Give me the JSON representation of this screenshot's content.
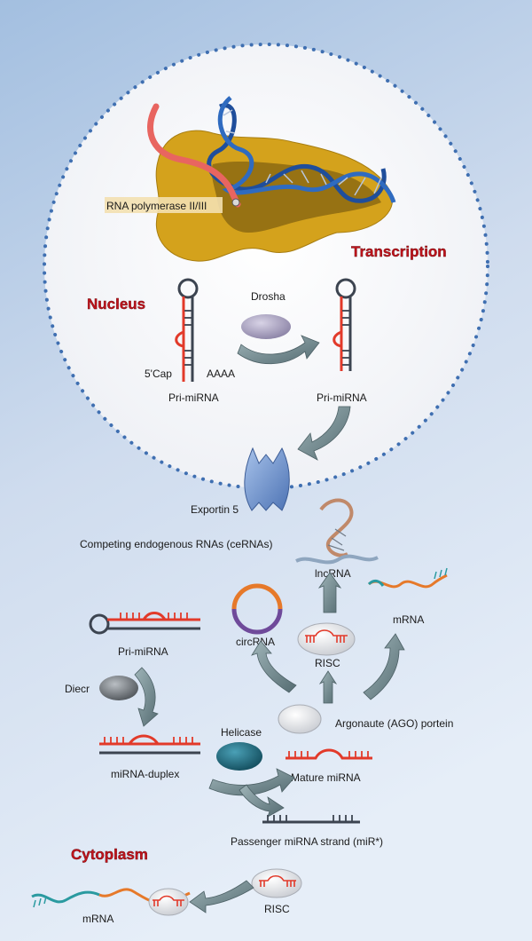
{
  "labels": {
    "rna_polymerase": "RNA polymerase II/III",
    "transcription": "Transcription",
    "nucleus": "Nucleus",
    "drosha": "Drosha",
    "cap": "5'Cap",
    "polya": "AAAA",
    "pri_mirna_left": "Pri-miRNA",
    "pri_mirna_right": "Pri-miRNA",
    "exportin": "Exportin 5",
    "cerna": "Competing endogenous RNAs (ceRNAs)",
    "lncrna": "lncRNA",
    "mrna_top": "mRNA",
    "circrna": "circRNA",
    "risc_mid": "RISC",
    "pri_mirna_cyto": "Pri-miRNA",
    "dicer": "Diecr",
    "ago": "Argonaute (AGO) portein",
    "helicase": "Helicase",
    "mirna_duplex": "miRNA-duplex",
    "mature_mirna": "Mature miRNA",
    "passenger": "Passenger miRNA strand (miR*)",
    "cytoplasm": "Cytoplasm",
    "risc_bottom": "RISC",
    "mrna_bottom": "mRNA"
  },
  "colors": {
    "background_top": "#a9c3e2",
    "background_bottom": "#e4eef8",
    "nucleus_fill": "#f7f8fb",
    "nucleus_dots": "#3f6fb1",
    "polymerase": "#d4a21c",
    "polymerase_dark": "#8c6a12",
    "dna_blue": "#1f4e9b",
    "rna_red": "#e23a2a",
    "strand_dark": "#3c4450",
    "arrow": "#6f8b91",
    "title_red": "#c0141c",
    "exportin": "#6f94cc",
    "helicase": "#1f6e84",
    "dicer": "#6a6f74",
    "drosha": "#a9a2bd"
  }
}
